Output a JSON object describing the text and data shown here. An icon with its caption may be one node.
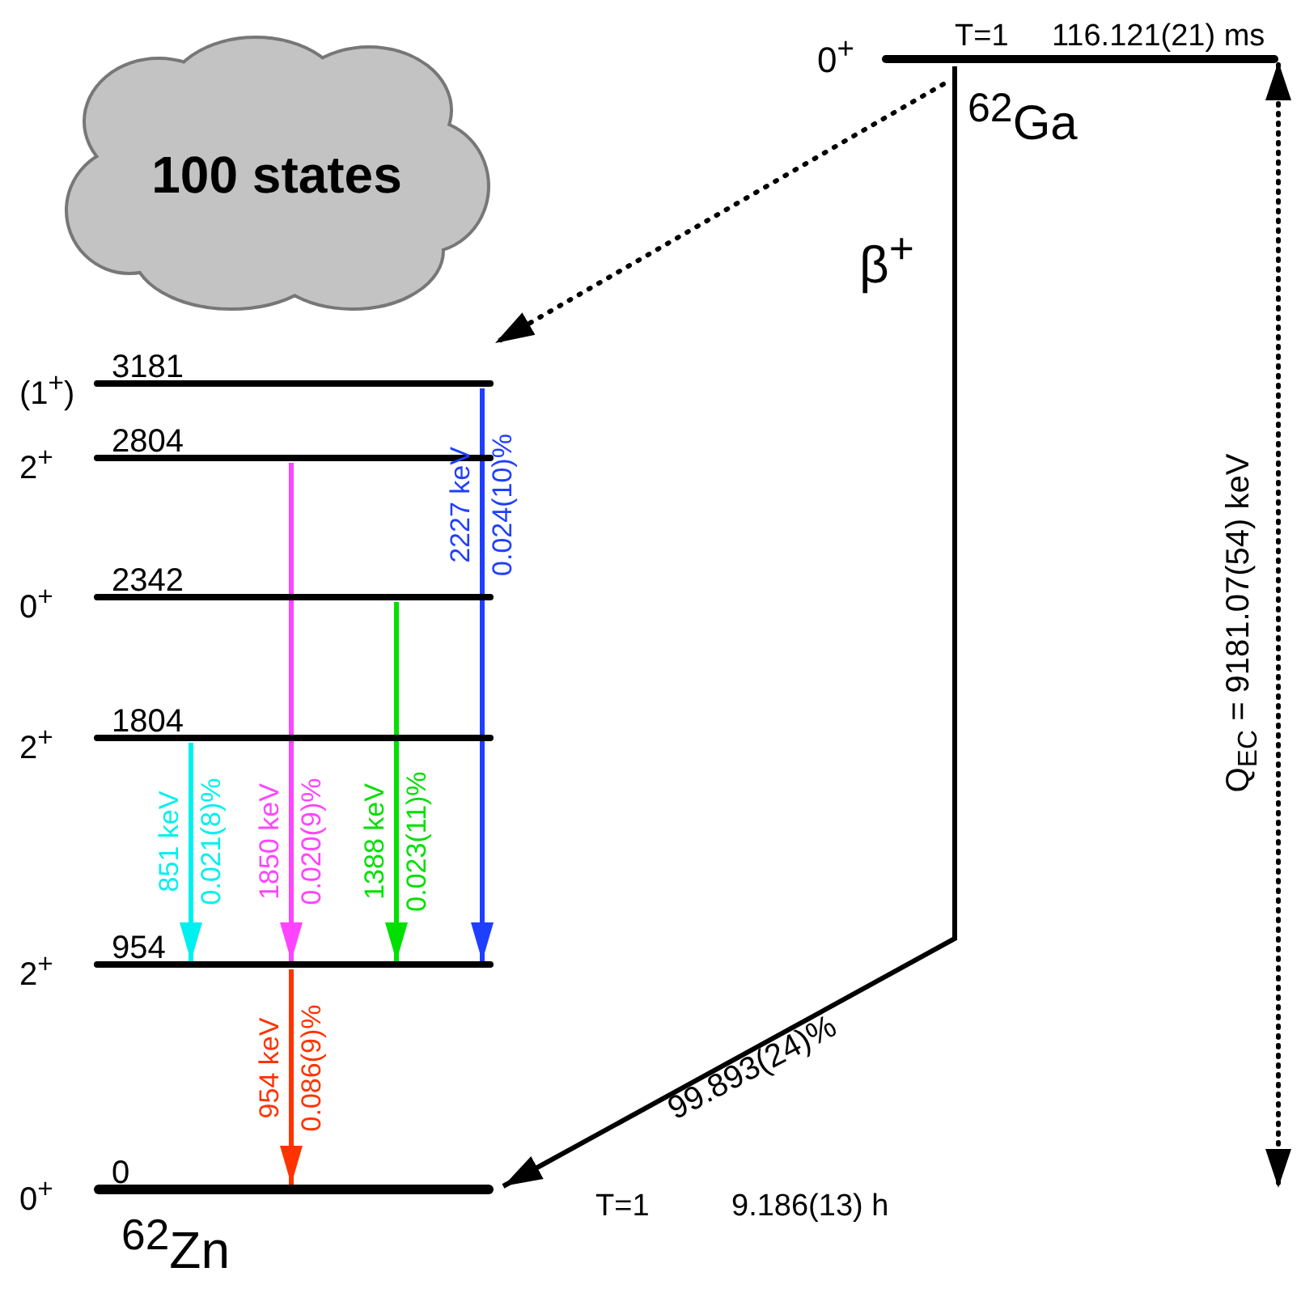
{
  "diagram": {
    "nodes": [
      {
        "text": [
          "100 states"
        ]
      },
      {
        "text": [
          "0$^{+}$",
          "T=1",
          "116.121(21) ms"
        ],
        "beside": [
          "$^{62}$Ga"
        ]
      },
      {
        "text": [
          "(1$^{+}$)",
          "3181"
        ]
      },
      {
        "text": [
          "2$^{+}$",
          "2804"
        ]
      },
      {
        "text": [
          "0$^{+}$",
          "2342"
        ]
      },
      {
        "text": [
          "2$^{+}$",
          "1804"
        ]
      },
      {
        "text": [
          "2$^{+}$",
          "954"
        ]
      },
      {
        "text": [
          "0$^{+}$",
          "0"
        ],
        "beside": [
          "T=1",
          "9.186(13) h",
          "$^{62}$Zn"
        ]
      }
    ],
    "edges": [
      {
        "from": 1,
        "to": 2,
        "arrow": "to",
        "style": "dashed"
      },
      {
        "from": 1,
        "to": 7,
        "arrow": "to",
        "label": "99.893(24)%"
      },
      {
        "from": 2,
        "to": 6,
        "arrow": "to",
        "label": "2227 keV 0.024(10)%",
        "color": "#1f3fff"
      },
      {
        "from": 3,
        "to": 6,
        "arrow": "to",
        "label": "1850 keV 0.020(9)%",
        "color": "#ff44ff"
      },
      {
        "from": 4,
        "to": 6,
        "arrow": "to",
        "label": "1388 keV 0.023(11)%",
        "color": "#00e000"
      },
      {
        "from": 5,
        "to": 6,
        "arrow": "to",
        "label": "851 keV 0.021(8)%",
        "color": "#00f0f0"
      },
      {
        "from": 6,
        "to": 7,
        "arrow": "to",
        "label": "954 keV 0.086(9)%",
        "color": "#ff3300"
      }
    ],
    "labels": [
      "β$^{+}$",
      "Q$_{EC}$ = 9181.07(54) keV"
    ]
  }
}
